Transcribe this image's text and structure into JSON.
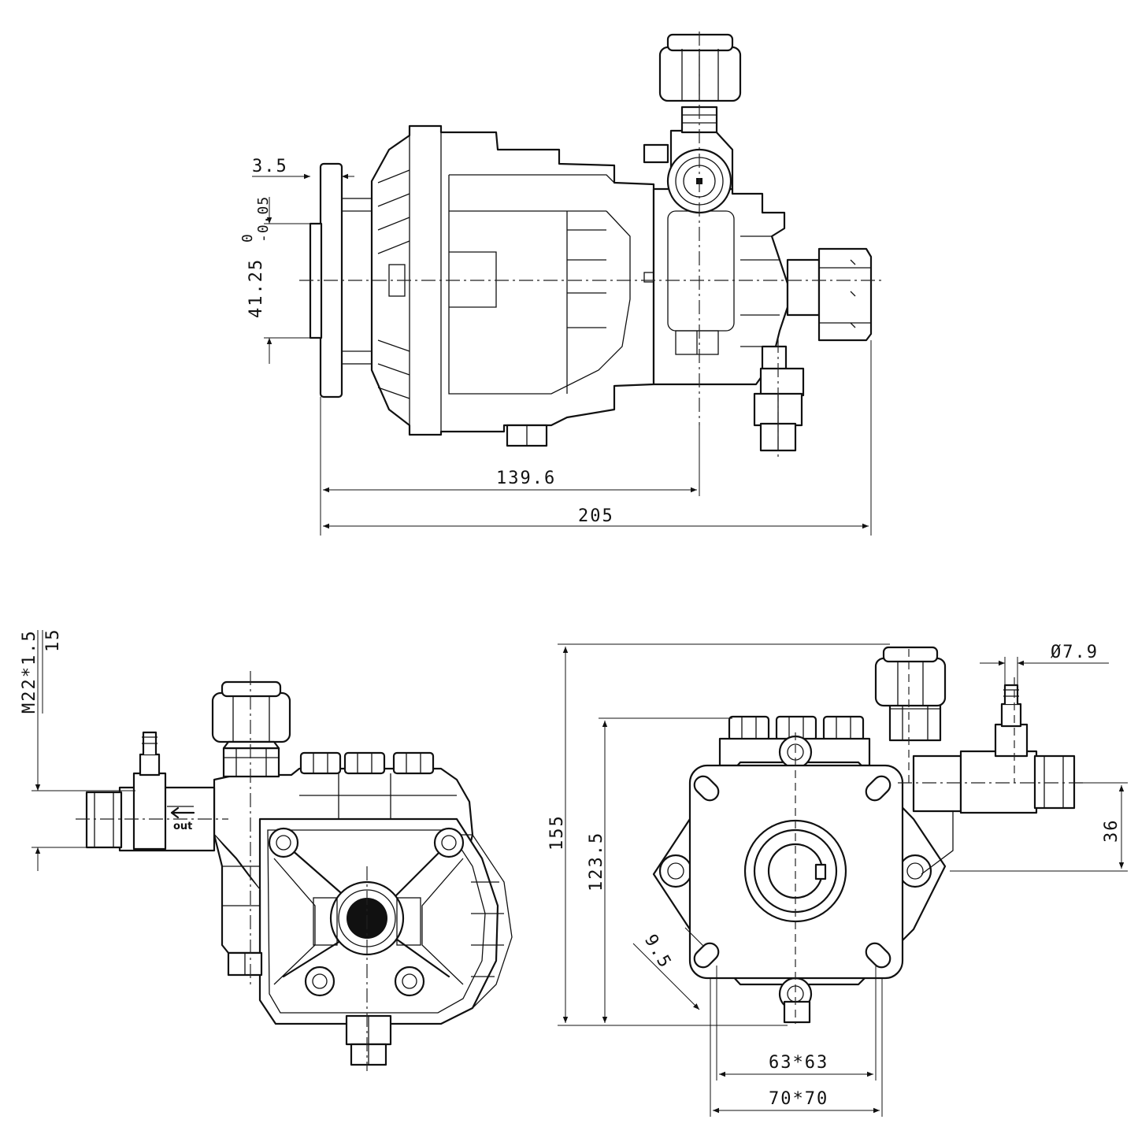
{
  "dimensions": {
    "flange_thickness": "3.5",
    "shaft_height": "41.25",
    "shaft_tol_upper": "0",
    "shaft_tol_lower": "-0.05",
    "length_to_axis": "139.6",
    "overall_length": "205",
    "thread": "M22*1.5",
    "thread_depth": "15",
    "hose_diameter": "Ø7.9",
    "overall_height": "155",
    "body_height": "123.5",
    "outlet_offset": "36",
    "hole_diameter": "9.5",
    "bolt_pattern": "63*63",
    "flange_size": "70*70"
  },
  "labels": {
    "outlet": "out"
  }
}
